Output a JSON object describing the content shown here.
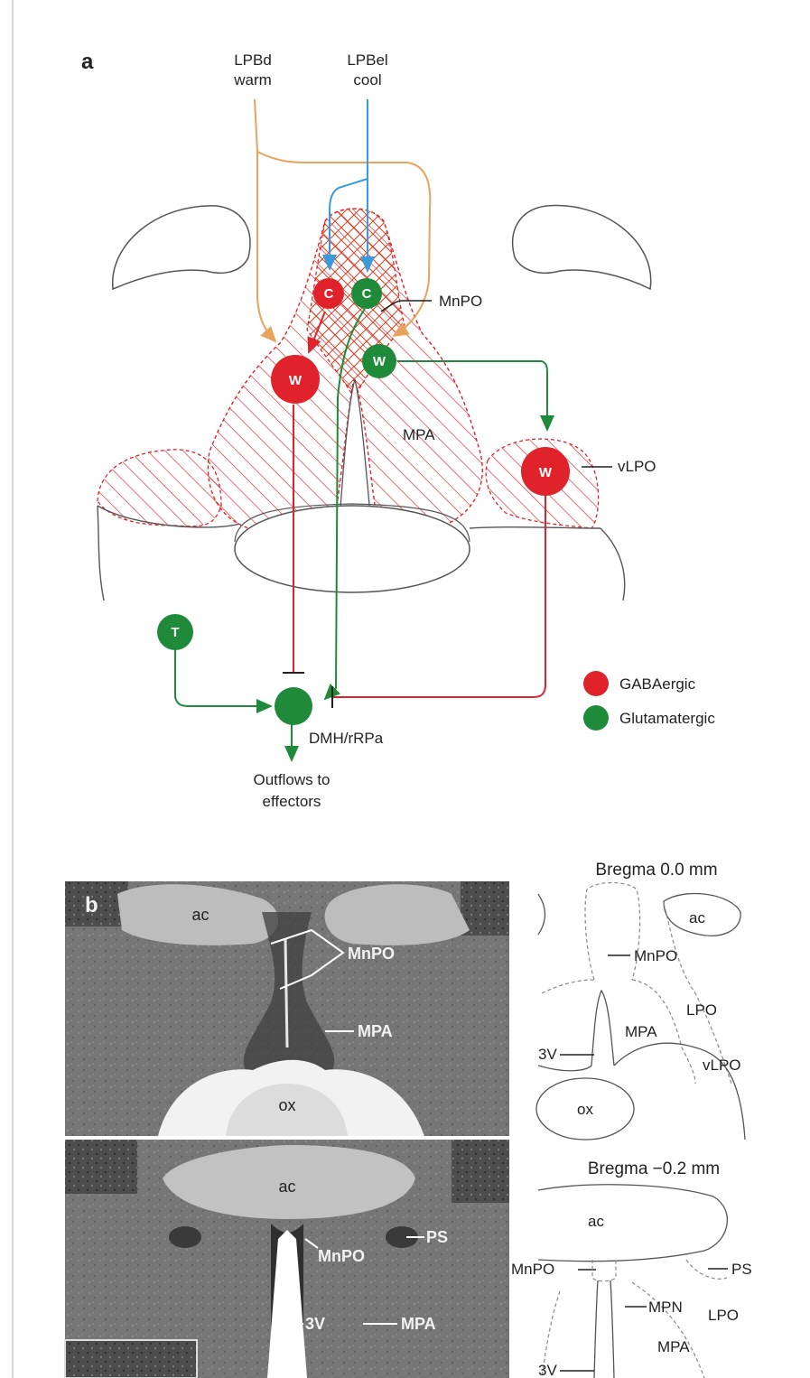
{
  "panel_a": {
    "label": "a",
    "lpbd": "LPBd",
    "warm": "warm",
    "lpbel": "LPBel",
    "cool": "cool",
    "mnpo": "MnPO",
    "mpa": "MPA",
    "vlpo": "vLPO",
    "dmh": "DMH/rRPa",
    "outflows_line1": "Outflows to",
    "outflows_line2": "effectors",
    "neuron_c": "C",
    "neuron_w": "W",
    "neuron_t": "T",
    "legend": [
      {
        "label": "GABAergic",
        "color": "#e0232a"
      },
      {
        "label": "Glutamatergic",
        "color": "#1f8a3a"
      }
    ]
  },
  "panel_b": {
    "label": "b",
    "top_photo": {
      "ac": "ac",
      "mnpo": "MnPO",
      "mpa": "MPA",
      "ox": "ox"
    },
    "bottom_photo": {
      "ac": "ac",
      "mnpo": "MnPO",
      "ps": "PS",
      "v3": "3V",
      "mpa": "MPA"
    },
    "atlas_top": {
      "title": "Bregma 0.0 mm",
      "ac": "ac",
      "mnpo": "MnPO",
      "lpo": "LPO",
      "mpa": "MPA",
      "v3": "3V",
      "vlpo": "vLPO",
      "ox": "ox"
    },
    "atlas_bottom": {
      "title": "Bregma −0.2 mm",
      "ac": "ac",
      "mnpo": "MnPO",
      "ps": "PS",
      "mpn": "MPN",
      "lpo": "LPO",
      "mpa": "MPA",
      "v3": "3V"
    }
  },
  "colors": {
    "gaba": "#e0232a",
    "glut": "#1f8a3a",
    "warm": "#e8a35c",
    "cool": "#3b9ad9"
  }
}
